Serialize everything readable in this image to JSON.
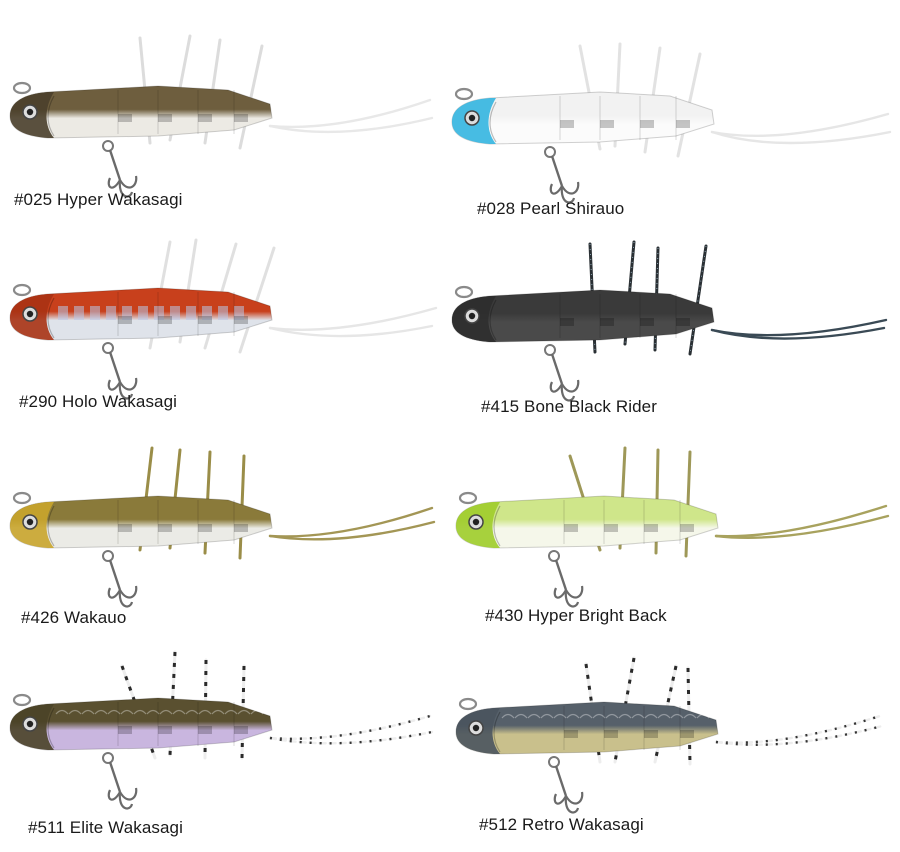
{
  "lures": [
    {
      "code": "#025",
      "name": "Hyper Wakasagi",
      "label": "#025 Hyper Wakasagi",
      "colors": {
        "back": "#6e5e3e",
        "belly": "#eceae4",
        "head": "#4a3f2b",
        "legs": "#dcdcdc",
        "tails": "#e8e8e8"
      },
      "pattern": "plain",
      "leg_style": "solid"
    },
    {
      "code": "#028",
      "name": "Pearl Shirauo",
      "label": "#028 Pearl Shirauo",
      "colors": {
        "back": "#f2f2f2",
        "belly": "#fbfbfb",
        "head": "#33b5e0",
        "legs": "#e2e2e2",
        "tails": "#e6e6e6"
      },
      "pattern": "plain",
      "leg_style": "solid"
    },
    {
      "code": "#290",
      "name": "Holo Wakasagi",
      "label": "#290 Holo Wakasagi",
      "colors": {
        "back": "#c8401c",
        "belly": "#dfe3ea",
        "head": "#a83214",
        "legs": "#e0e0e0",
        "tails": "#e6e6e6"
      },
      "pattern": "holo",
      "leg_style": "solid"
    },
    {
      "code": "#415",
      "name": "Bone Black Rider",
      "label": "#415 Bone Black Rider",
      "colors": {
        "back": "#3a3a3a",
        "belly": "#4a4a4a",
        "head": "#2e2e2e",
        "legs": "#2a3034",
        "tails": "#3a4a55"
      },
      "pattern": "plain",
      "leg_style": "flake"
    },
    {
      "code": "#426",
      "name": "Wakauo",
      "label": "#426 Wakauo",
      "colors": {
        "back": "#8a7a3a",
        "belly": "#ebebe6",
        "head": "#c9a52c",
        "legs": "#9a8d48",
        "tails": "#a39655"
      },
      "pattern": "plain",
      "leg_style": "solid"
    },
    {
      "code": "#430",
      "name": "Hyper Bright Back",
      "label": "#430 Hyper Bright Back",
      "colors": {
        "back": "#cfe68a",
        "belly": "#f5f7ea",
        "head": "#9fcc2a",
        "legs": "#9e9858",
        "tails": "#a8a25e"
      },
      "pattern": "plain",
      "leg_style": "solid"
    },
    {
      "code": "#511",
      "name": "Elite Wakasagi",
      "label": "#511 Elite Wakasagi",
      "colors": {
        "back": "#5a5030",
        "belly": "#c9b6df",
        "head": "#4a4228",
        "legs": "#ededed",
        "tails": "#ededed"
      },
      "pattern": "scales",
      "leg_style": "banded"
    },
    {
      "code": "#512",
      "name": "Retro Wakasagi",
      "label": "#512 Retro Wakasagi",
      "colors": {
        "back": "#56606a",
        "belly": "#c9c08c",
        "head": "#4a545e",
        "legs": "#ededed",
        "tails": "#ededed"
      },
      "pattern": "scales",
      "leg_style": "banded"
    }
  ]
}
